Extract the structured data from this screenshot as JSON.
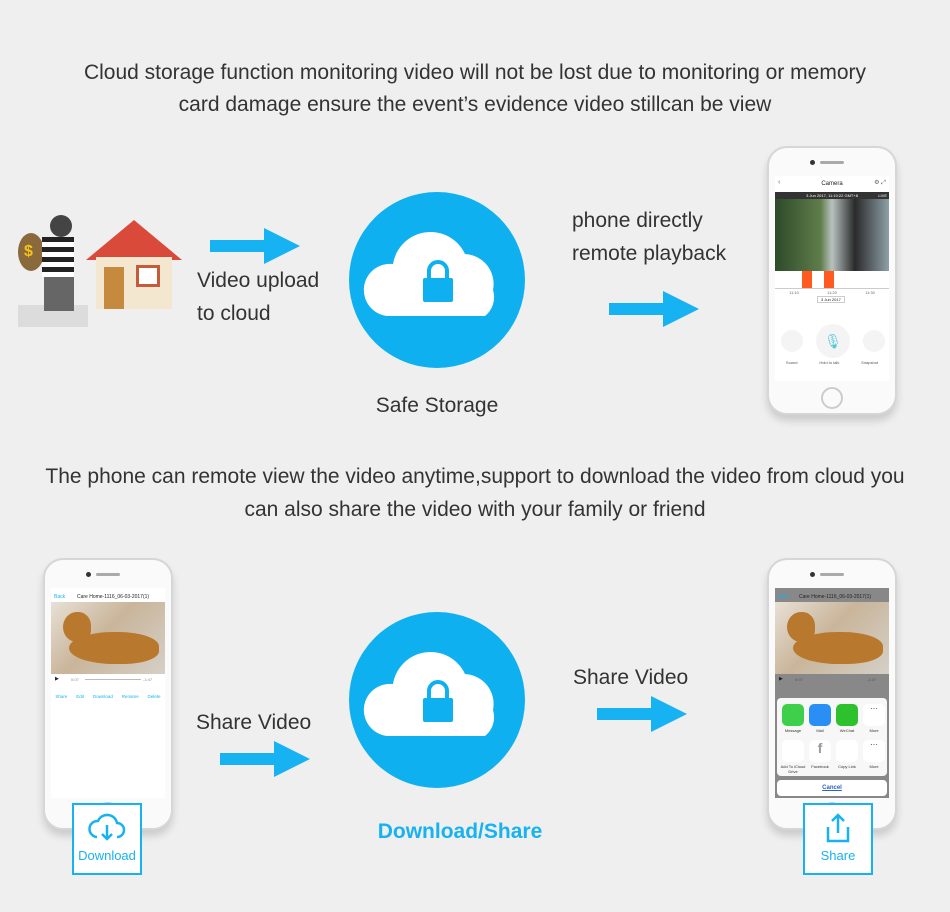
{
  "intro": {
    "line1": "Cloud storage function monitoring video will not be lost due to monitoring or memory",
    "line2": "card damage ensure the event’s evidence video stillcan be view"
  },
  "step1": {
    "label_line1": "Video upload",
    "label_line2": "to cloud"
  },
  "cloud1": {
    "caption": "Safe Storage",
    "icon": "cloud-lock-icon"
  },
  "step2": {
    "label_line1": "phone directly",
    "label_line2": "remote playback"
  },
  "camera_phone": {
    "title": "Camera",
    "timestamp": "3 Jun 2017, 11:10:22 GMT+8",
    "live": "LIVE",
    "ticks": [
      "11:10",
      "11:20",
      "11:30"
    ],
    "date_select": "3 Jun 2017",
    "buttons": [
      "Sound",
      "Hold to talk",
      "Snapshot"
    ]
  },
  "section2": {
    "line1": "The phone can remote view the video anytime,support to download the video from cloud you",
    "line2": "can also share the video with your family or friend"
  },
  "player_phone": {
    "back": "Back",
    "title": "Care Home-1116_06-03-2017(1)",
    "time_elapsed": "0:07",
    "time_remaining": "-1:47",
    "actions": [
      "Share",
      "Edit",
      "Download",
      "Rename",
      "Delete"
    ]
  },
  "share_left": {
    "label": "Share Video"
  },
  "cloud2": {
    "caption": "Download/Share",
    "icon": "cloud-lock-icon"
  },
  "share_right": {
    "label": "Share Video"
  },
  "share_phone": {
    "back": "Back",
    "title": "Care Home-1116_06-03-2017(1)",
    "time_elapsed": "0:07",
    "time_remaining": "-1:47",
    "row1": [
      "Message",
      "Mail",
      "WeChat",
      "More"
    ],
    "row2": [
      "Add To iCloud Drive",
      "Facebook",
      "Copy Link",
      "More"
    ],
    "cancel": "Cancel"
  },
  "download_badge": {
    "label": "Download"
  },
  "share_badge": {
    "label": "Share"
  },
  "colors": {
    "accent": "#17b2f2",
    "background": "#efefef"
  }
}
